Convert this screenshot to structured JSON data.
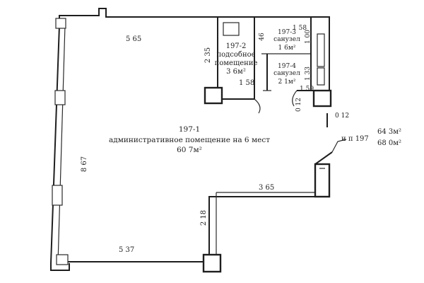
{
  "dimensions": {
    "top_width": "5 65",
    "left_height": "8 67",
    "bottom_width": "5 37",
    "inner_step_width": "3 65",
    "inner_step_height": "2 18",
    "aux_room_height": "2 35",
    "aux_room_width": "1 58",
    "bath_top_width": "1 58",
    "bath3_height": "1 00",
    "bath4_height": "1 33",
    "bath4_width": "1 59",
    "partition_height": "46",
    "wall_thickness_a": "0 12",
    "wall_thickness_b": "0 12"
  },
  "rooms": {
    "main": {
      "number": "197-1",
      "name": "административное помещение на 6 мест",
      "area": "60 7м²"
    },
    "aux": {
      "number": "197-2",
      "name_line1": "подсобное",
      "name_line2": "помещение",
      "area": "3 6м²"
    },
    "bath3": {
      "number": "197-3",
      "name": "санузел",
      "area": "1 6м²"
    },
    "bath4": {
      "number": "197-4",
      "name": "санузел",
      "area": "2 1м²"
    }
  },
  "summary": {
    "label": "и п 197",
    "area_1": "64 3м²",
    "area_2": "68 0м²"
  }
}
